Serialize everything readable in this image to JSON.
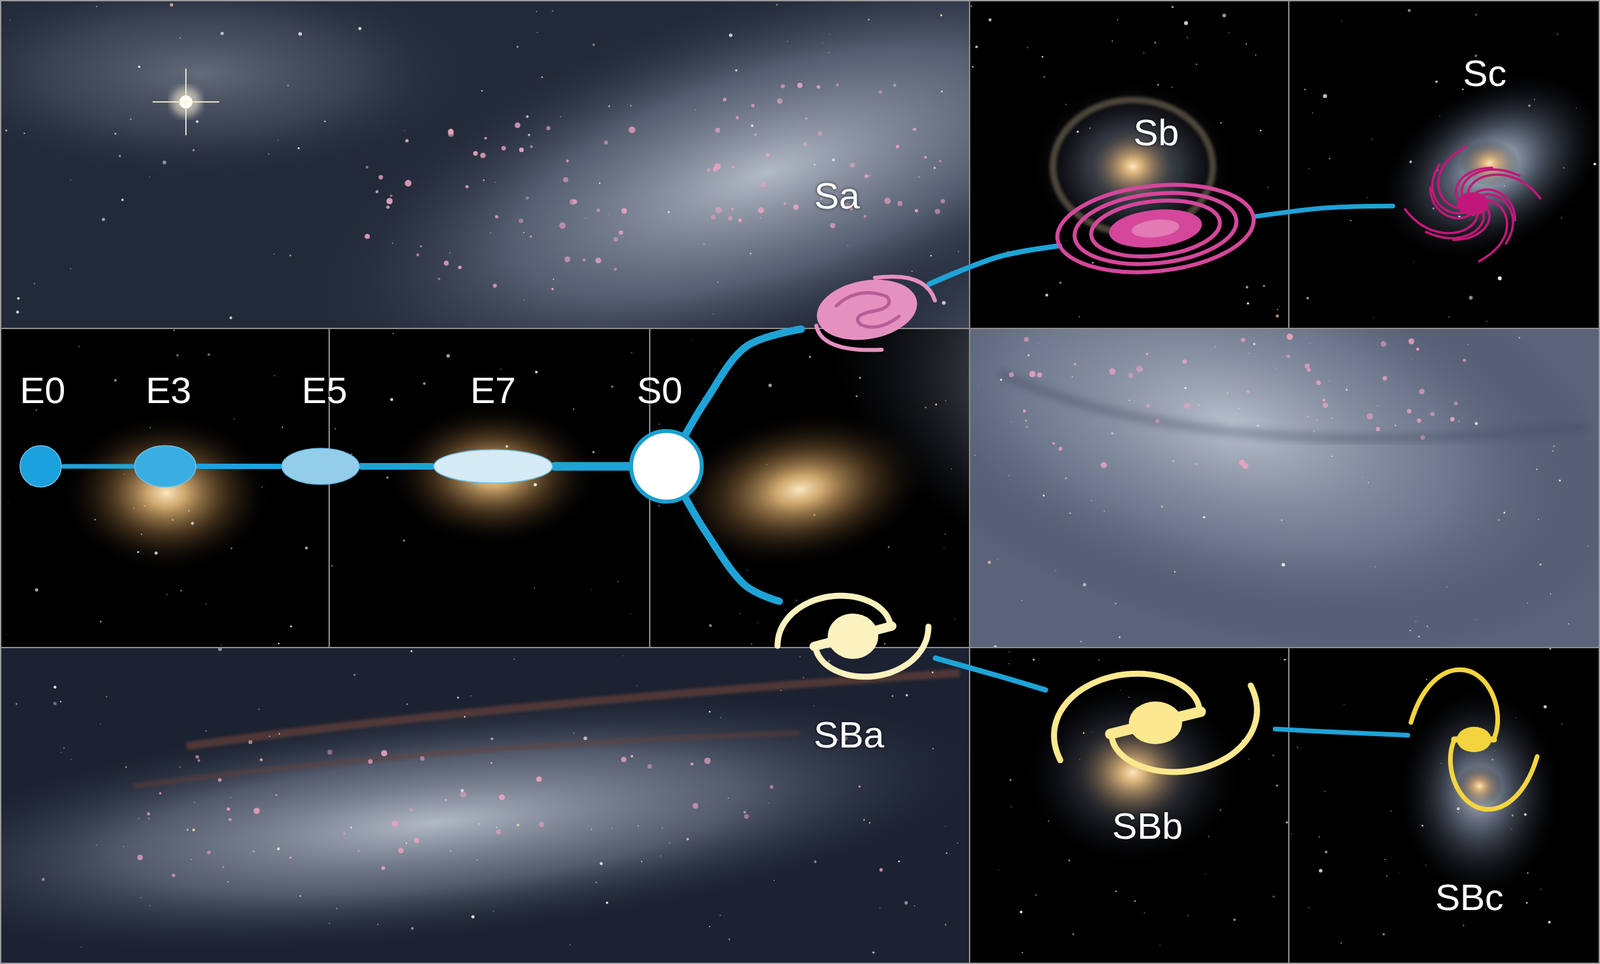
{
  "diagram": {
    "nodes": [
      {
        "text": [
          "E0"
        ]
      },
      {
        "text": [
          "E3"
        ]
      },
      {
        "text": [
          "E5"
        ]
      },
      {
        "text": [
          "E7"
        ]
      },
      {
        "text": [
          "S0"
        ]
      },
      {
        "text": [
          "Sa"
        ]
      },
      {
        "text": [
          "Sb"
        ]
      },
      {
        "text": [
          "Sc"
        ]
      },
      {
        "text": [
          "SBa"
        ]
      },
      {
        "text": [
          "SBb"
        ]
      },
      {
        "text": [
          "SBc"
        ]
      }
    ],
    "edges": [
      {
        "from": 0,
        "to": 1,
        "arrow": "none"
      },
      {
        "from": 1,
        "to": 2,
        "arrow": "none"
      },
      {
        "from": 2,
        "to": 3,
        "arrow": "none"
      },
      {
        "from": 3,
        "to": 4,
        "arrow": "none"
      },
      {
        "from": 4,
        "to": 5,
        "arrow": "none"
      },
      {
        "from": 5,
        "to": 6,
        "arrow": "none"
      },
      {
        "from": 6,
        "to": 7,
        "arrow": "none"
      },
      {
        "from": 4,
        "to": 8,
        "arrow": "none"
      },
      {
        "from": 8,
        "to": 9,
        "arrow": "none"
      },
      {
        "from": 9,
        "to": 10,
        "arrow": "none"
      }
    ]
  }
}
